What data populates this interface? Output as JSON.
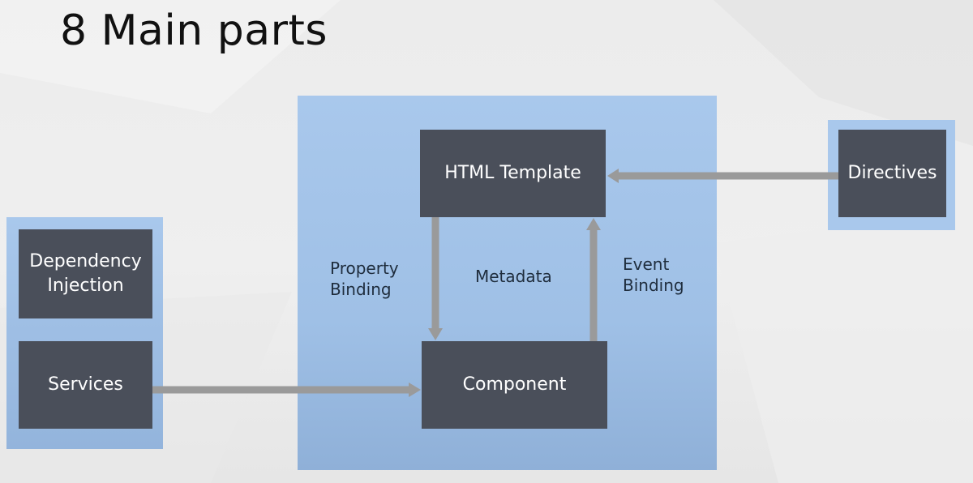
{
  "title": "8 Main parts",
  "boxes": {
    "html_template": "HTML Template",
    "component": "Component",
    "directives": "Directives",
    "dependency_injection_line1": "Dependency",
    "dependency_injection_line2": "Injection",
    "services": "Services"
  },
  "labels": {
    "property_line1": "Property",
    "property_line2": "Binding",
    "metadata": "Metadata",
    "event_line1": "Event",
    "event_line2": "Binding"
  },
  "colors": {
    "panel": "#a9c8ec",
    "box": "#4a4f5a",
    "arrow": "#9a9a9a"
  }
}
